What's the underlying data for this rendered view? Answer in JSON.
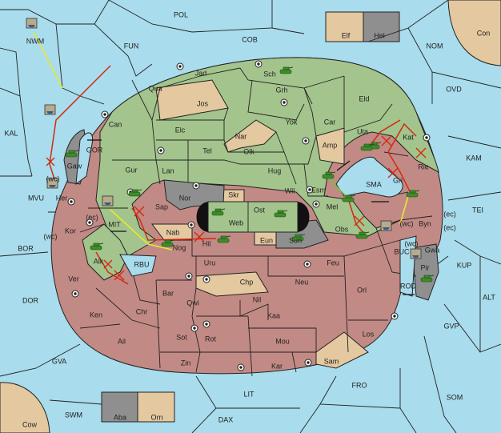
{
  "board": {
    "sea_labels": [
      {
        "id": "POL",
        "label": "POL"
      },
      {
        "id": "COB",
        "label": "COB"
      },
      {
        "id": "FUN",
        "label": "FUN"
      },
      {
        "id": "NOM",
        "label": "NOM"
      },
      {
        "id": "OVD",
        "label": "OVD"
      },
      {
        "id": "KAM",
        "label": "KAM"
      },
      {
        "id": "TEI",
        "label": "TEI"
      },
      {
        "id": "KUP",
        "label": "KUP"
      },
      {
        "id": "ALT",
        "label": "ALT"
      },
      {
        "id": "GVP",
        "label": "GVP"
      },
      {
        "id": "SOM",
        "label": "SOM"
      },
      {
        "id": "FRO",
        "label": "FRO"
      },
      {
        "id": "LIT",
        "label": "LIT"
      },
      {
        "id": "DAX",
        "label": "DAX"
      },
      {
        "id": "SWM",
        "label": "SWM"
      },
      {
        "id": "GVA",
        "label": "GVA"
      },
      {
        "id": "DOR",
        "label": "DOR"
      },
      {
        "id": "BOR",
        "label": "BOR"
      },
      {
        "id": "MVU",
        "label": "MVU"
      },
      {
        "id": "KAL",
        "label": "KAL"
      },
      {
        "id": "NWM",
        "label": "NWM"
      },
      {
        "id": "GOR",
        "label": "GOR"
      },
      {
        "id": "MIT",
        "label": "MIT"
      },
      {
        "id": "RBU",
        "label": "RBU"
      },
      {
        "id": "SMA",
        "label": "SMA"
      },
      {
        "id": "BUC",
        "label": "BUC"
      },
      {
        "id": "ROD",
        "label": "ROD"
      }
    ],
    "land_labels": [
      {
        "id": "Con",
        "label": "Con"
      },
      {
        "id": "Cow",
        "label": "Cow"
      },
      {
        "id": "Elf",
        "label": "Elf"
      },
      {
        "id": "Hel",
        "label": "Hel"
      },
      {
        "id": "Aba",
        "label": "Aba"
      },
      {
        "id": "Orn",
        "label": "Orn"
      },
      {
        "id": "Jad",
        "label": "Jad"
      },
      {
        "id": "Sch",
        "label": "Sch"
      },
      {
        "id": "Qua",
        "label": "Qua"
      },
      {
        "id": "Jos",
        "label": "Jos"
      },
      {
        "id": "Grh",
        "label": "Grh"
      },
      {
        "id": "Eld",
        "label": "Eld"
      },
      {
        "id": "Can",
        "label": "Can"
      },
      {
        "id": "Yok",
        "label": "Yok"
      },
      {
        "id": "Car",
        "label": "Car"
      },
      {
        "id": "Uta",
        "label": "Uta"
      },
      {
        "id": "Elc",
        "label": "Elc"
      },
      {
        "id": "Nar",
        "label": "Nar"
      },
      {
        "id": "Kat",
        "label": "Kat"
      },
      {
        "id": "Tel",
        "label": "Tel"
      },
      {
        "id": "Olk",
        "label": "Olk"
      },
      {
        "id": "Amp",
        "label": "Amp"
      },
      {
        "id": "Gur",
        "label": "Gur"
      },
      {
        "id": "Lan",
        "label": "Lan"
      },
      {
        "id": "Hug",
        "label": "Hug"
      },
      {
        "id": "Rie",
        "label": "Rie"
      },
      {
        "id": "Gaw",
        "label": "Gaw"
      },
      {
        "id": "Gri",
        "label": "Gri"
      },
      {
        "id": "Esm",
        "label": "Esm"
      },
      {
        "id": "Wil",
        "label": "Wil"
      },
      {
        "id": "Nor",
        "label": "Nor"
      },
      {
        "id": "Skr",
        "label": "Skr"
      },
      {
        "id": "Her",
        "label": "Her"
      },
      {
        "id": "Sap",
        "label": "Sap"
      },
      {
        "id": "Ost",
        "label": "Ost"
      },
      {
        "id": "Web",
        "label": "Web"
      },
      {
        "id": "Mel",
        "label": "Mel"
      },
      {
        "id": "Byn",
        "label": "Byn"
      },
      {
        "id": "Kor",
        "label": "Kor"
      },
      {
        "id": "Nab",
        "label": "Nab"
      },
      {
        "id": "Obs",
        "label": "Obs"
      },
      {
        "id": "Eun",
        "label": "Eun"
      },
      {
        "id": "Sun",
        "label": "Sun"
      },
      {
        "id": "Hil",
        "label": "Hil"
      },
      {
        "id": "Gwa",
        "label": "Gwa"
      },
      {
        "id": "Nog",
        "label": "Nog"
      },
      {
        "id": "Alk",
        "label": "Alk"
      },
      {
        "id": "Uru",
        "label": "Uru"
      },
      {
        "id": "Feu",
        "label": "Feu"
      },
      {
        "id": "Pir",
        "label": "Pir"
      },
      {
        "id": "Ver",
        "label": "Ver"
      },
      {
        "id": "Chp",
        "label": "Chp"
      },
      {
        "id": "Neu",
        "label": "Neu"
      },
      {
        "id": "Orl",
        "label": "Orl"
      },
      {
        "id": "Bar",
        "label": "Bar"
      },
      {
        "id": "Qwi",
        "label": "Qwi"
      },
      {
        "id": "Nil",
        "label": "Nil"
      },
      {
        "id": "Chr",
        "label": "Chr"
      },
      {
        "id": "Ken",
        "label": "Ken"
      },
      {
        "id": "Kaa",
        "label": "Kaa"
      },
      {
        "id": "Los",
        "label": "Los"
      },
      {
        "id": "Ail",
        "label": "Ail"
      },
      {
        "id": "Sot",
        "label": "Sot"
      },
      {
        "id": "Rot",
        "label": "Rot"
      },
      {
        "id": "Mou",
        "label": "Mou"
      },
      {
        "id": "Sam",
        "label": "Sam"
      },
      {
        "id": "Zin",
        "label": "Zin"
      },
      {
        "id": "Kar",
        "label": "Kar"
      }
    ],
    "coast_labels": [
      {
        "id": "her-wc",
        "label": "(wc)"
      },
      {
        "id": "mit-ec",
        "label": "(ec)"
      },
      {
        "id": "kor-wc",
        "label": "(wc)"
      },
      {
        "id": "byn-wc",
        "label": "(wc)"
      },
      {
        "id": "byn-ec",
        "label": "(ec)"
      },
      {
        "id": "gwa-wc",
        "label": "(wc)"
      },
      {
        "id": "gwa-ec",
        "label": "(ec)"
      }
    ],
    "colors": {
      "sea": "#a9dcec",
      "power_green": "#a3c48c",
      "power_red": "#c28a85",
      "neutral": "#e4c8a0",
      "impassable": "#8f8f8f",
      "support_line": "#e8e830",
      "move_line": "#d22a10",
      "dislodge_line": "#66cc33"
    },
    "unit_types": [
      "army-tank-icon",
      "fleet-ship-icon"
    ]
  }
}
